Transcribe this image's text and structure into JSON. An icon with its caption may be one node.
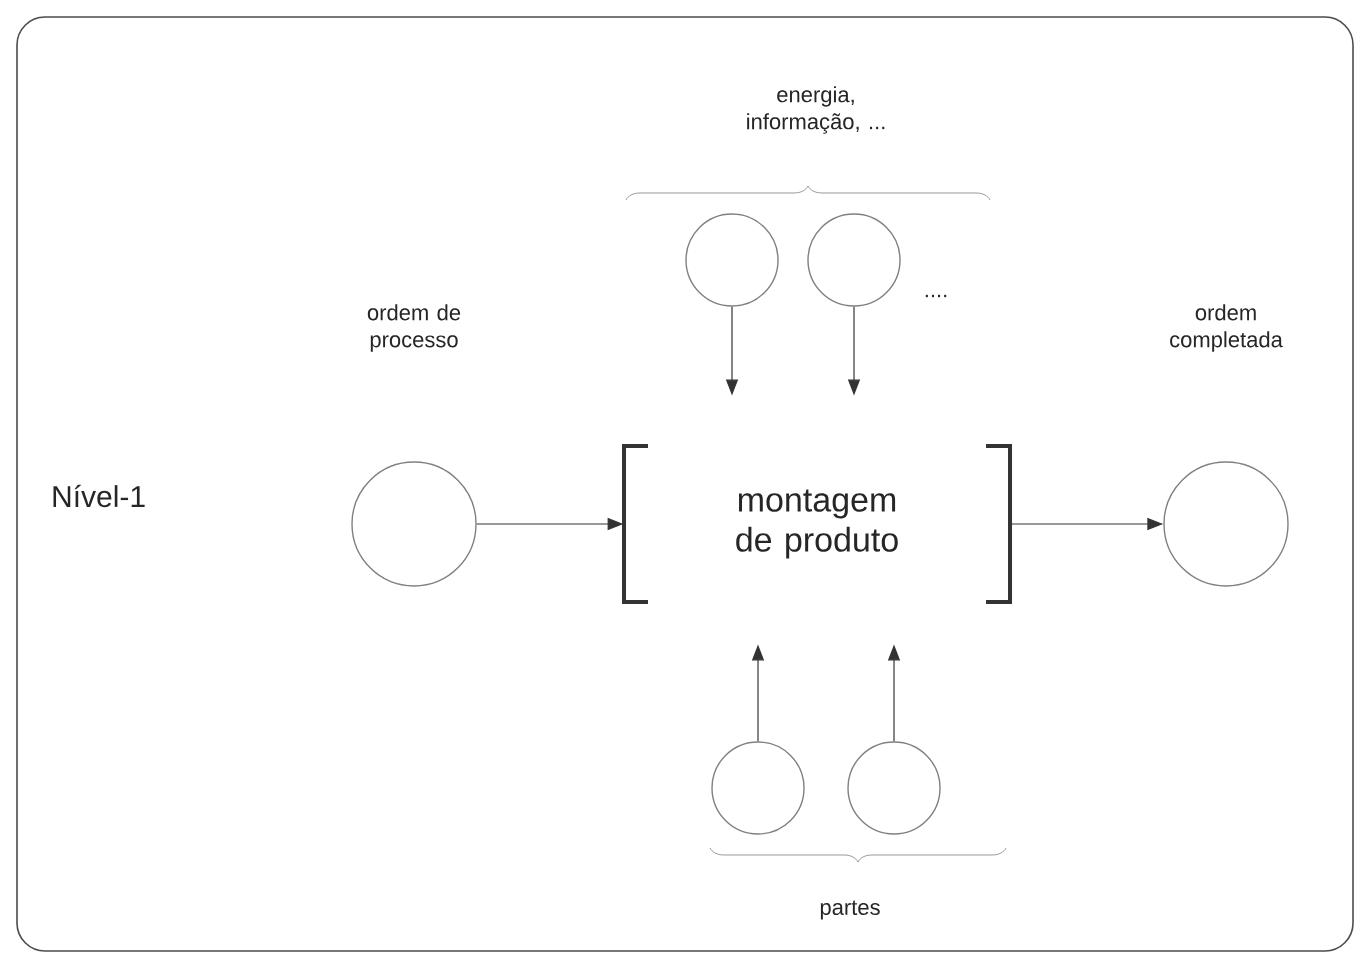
{
  "diagram": {
    "nodes": [
      {
        "text": [
          "Nível-1"
        ]
      },
      {
        "text": [
          "ordem de processo"
        ],
        "in": 0
      },
      {
        "text": [
          "montagem de produto"
        ],
        "in": 0
      },
      {
        "text": [
          "ordem completada"
        ],
        "in": 0
      },
      {
        "text": [],
        "shape": "circle",
        "in": 0
      },
      {
        "text": [],
        "shape": "circle",
        "in": 0
      },
      {
        "text": [],
        "shape": "circle",
        "in": 0
      },
      {
        "text": [],
        "shape": "circle",
        "in": 0
      }
    ],
    "edges": [
      {
        "from": 1,
        "to": 2,
        "arrow": "to"
      },
      {
        "from": 2,
        "to": 3,
        "arrow": "to"
      },
      {
        "from": 4,
        "to": 2,
        "arrow": "to"
      },
      {
        "from": 5,
        "to": 2,
        "arrow": "to"
      },
      {
        "from": 6,
        "to": 2,
        "arrow": "to"
      },
      {
        "from": 7,
        "to": 2,
        "arrow": "to"
      }
    ],
    "labels": [
      "energia, informação, ...",
      "....",
      "partes"
    ]
  }
}
